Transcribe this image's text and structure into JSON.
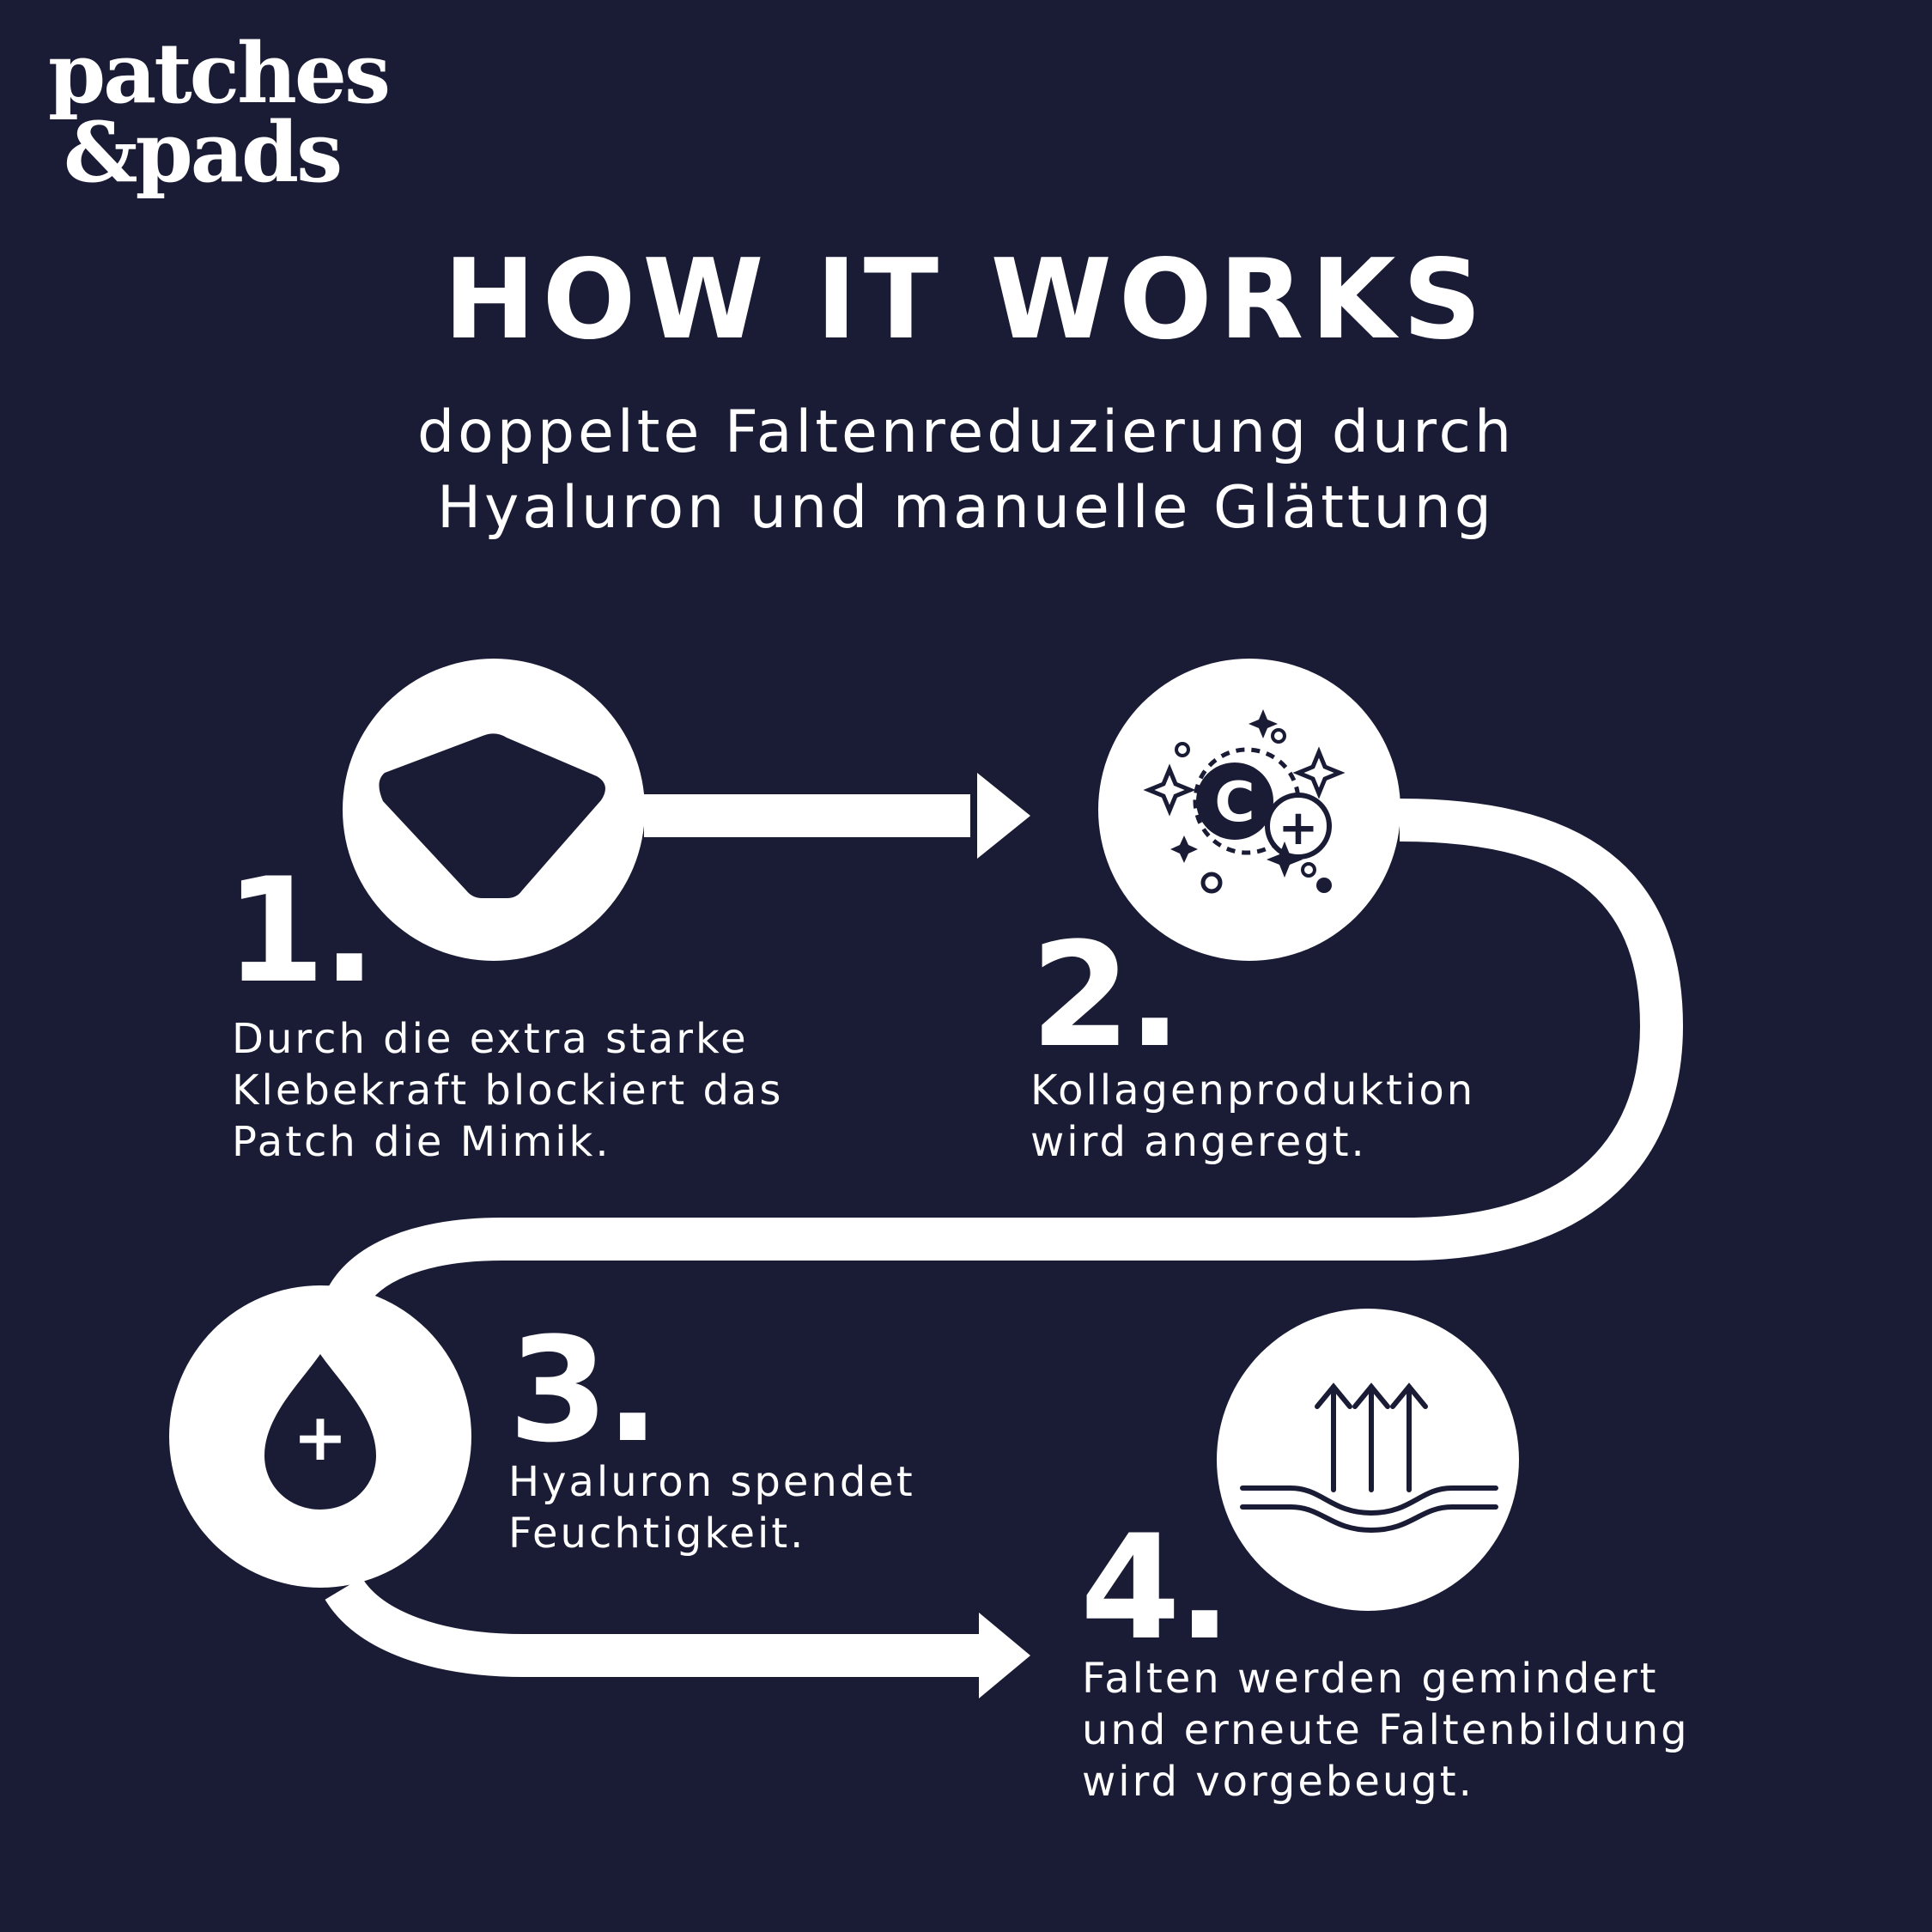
{
  "brand": {
    "line1": "patches",
    "line2": "&pads"
  },
  "title": "HOW IT WORKS",
  "subtitle": {
    "line1": "doppelte Faltenreduzierung durch",
    "line2": "Hyaluron und manuelle Glättung"
  },
  "steps": [
    {
      "number": "1.",
      "icon": "patch-icon",
      "lines": [
        "Durch die extra starke",
        "Klebekraft blockiert das",
        "Patch die Mimik."
      ]
    },
    {
      "number": "2.",
      "icon": "collagen-icon",
      "lines": [
        "Kollagenproduktion",
        "wird angeregt."
      ]
    },
    {
      "number": "3.",
      "icon": "hyaluron-drop-icon",
      "lines": [
        "Hyaluron spendet",
        "Feuchtigkeit."
      ]
    },
    {
      "number": "4.",
      "icon": "skin-lift-icon",
      "lines": [
        "Falten werden gemindert",
        "und erneute Faltenbildung",
        "wird vorgebeugt."
      ]
    }
  ],
  "icon_symbols": {
    "collagen_letter": "C",
    "plus": "+"
  },
  "colors": {
    "background": "#1a1b34",
    "foreground": "#ffffff"
  }
}
